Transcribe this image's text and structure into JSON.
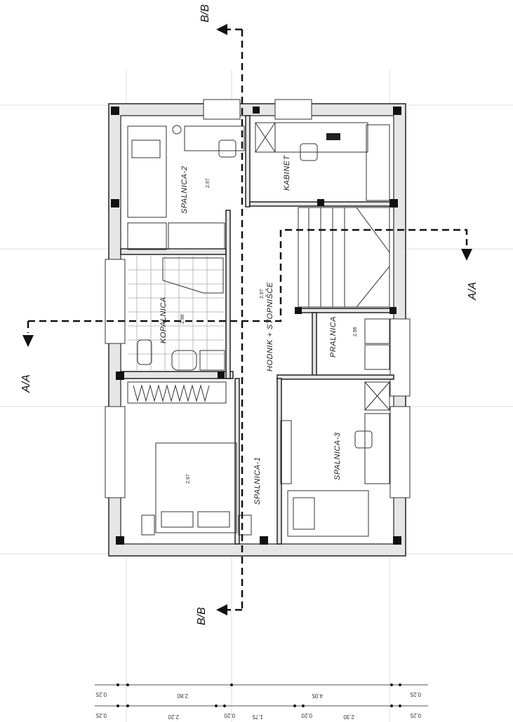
{
  "sections": {
    "b_top": "B/B",
    "b_bottom": "B/B",
    "a_right": "A/A",
    "a_left": "A/A"
  },
  "rooms": [
    {
      "name": "SPALNICA-2",
      "height": "2.97"
    },
    {
      "name": "KABINET",
      "height": ""
    },
    {
      "name": "KOPALNICA",
      "height": "2.96"
    },
    {
      "name": "HODNIK + STOPNIŠČE",
      "height": "2.97"
    },
    {
      "name": "PRALNICA",
      "height": "2.96"
    },
    {
      "name": "SPALNICA-1",
      "height": "2.97"
    },
    {
      "name": "SPALNICA-3",
      "height": ""
    }
  ],
  "dimensions": {
    "row1": [
      "0.25",
      "2.80",
      "4.05",
      "0.25"
    ],
    "row2": [
      "0.25",
      "2.20",
      "0.20",
      "1.75",
      "0.20",
      "2.30",
      "0.25"
    ]
  }
}
